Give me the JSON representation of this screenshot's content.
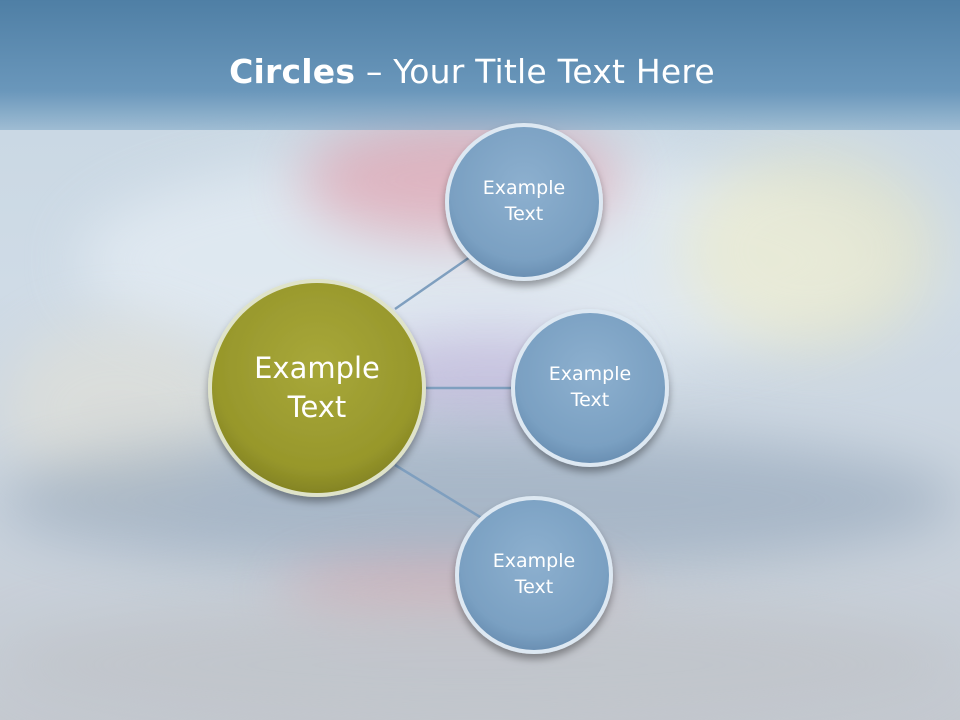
{
  "slide": {
    "title_bold": "Circles",
    "title_rest": " – Your Title Text Here"
  },
  "diagram": {
    "center": {
      "label": "Example\nText",
      "color": "#9a9a2e"
    },
    "satellites": [
      {
        "label": "Example\nText",
        "color": "#7fa3c3"
      },
      {
        "label": "Example\nText",
        "color": "#7fa3c3"
      },
      {
        "label": "Example\nText",
        "color": "#7fa3c3"
      }
    ],
    "connector_color": "#7f9fbf"
  }
}
